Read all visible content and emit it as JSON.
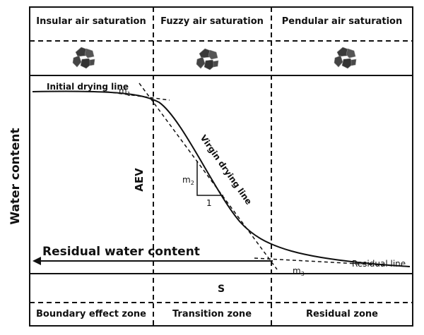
{
  "phases": {
    "insular": "Insular air saturation",
    "fuzzy": "Fuzzy air saturation",
    "pendular": "Pendular air saturation"
  },
  "axes": {
    "ylabel": "Water content",
    "xlabel": "S"
  },
  "annotations": {
    "initial_drying_line": "Initial drying line",
    "m1": "m",
    "m1_sub": "1",
    "aev": "AEV",
    "virgin_drying_line": "Virgin drying line",
    "m2": "m",
    "m2_sub": "2",
    "one": "1",
    "residual_water_content": "Residual water content",
    "residual_line": "Residual line",
    "m3": "m",
    "m3_sub": "3"
  },
  "zones": {
    "boundary": "Boundary effect zone",
    "transition": "Transition zone",
    "residual": "Residual zone"
  }
}
